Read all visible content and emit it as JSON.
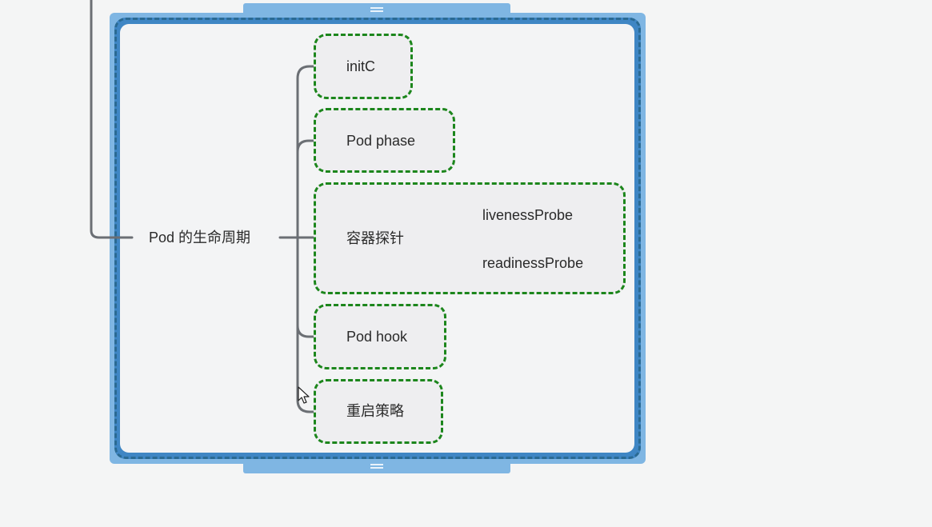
{
  "mindmap": {
    "root": {
      "label": "Pod 的生命周期"
    },
    "children": [
      {
        "id": "initc",
        "label": "initC"
      },
      {
        "id": "pod-phase",
        "label": "Pod phase"
      },
      {
        "id": "probe",
        "label": "容器探针",
        "children": [
          {
            "id": "liveness",
            "label": "livenessProbe"
          },
          {
            "id": "readiness",
            "label": "readinessProbe"
          }
        ]
      },
      {
        "id": "pod-hook",
        "label": "Pod hook"
      },
      {
        "id": "restart",
        "label": "重启策略"
      }
    ]
  },
  "colors": {
    "connector": "#6b6f74",
    "node_border": "#1c861c",
    "selection": "#7fb6e3"
  }
}
